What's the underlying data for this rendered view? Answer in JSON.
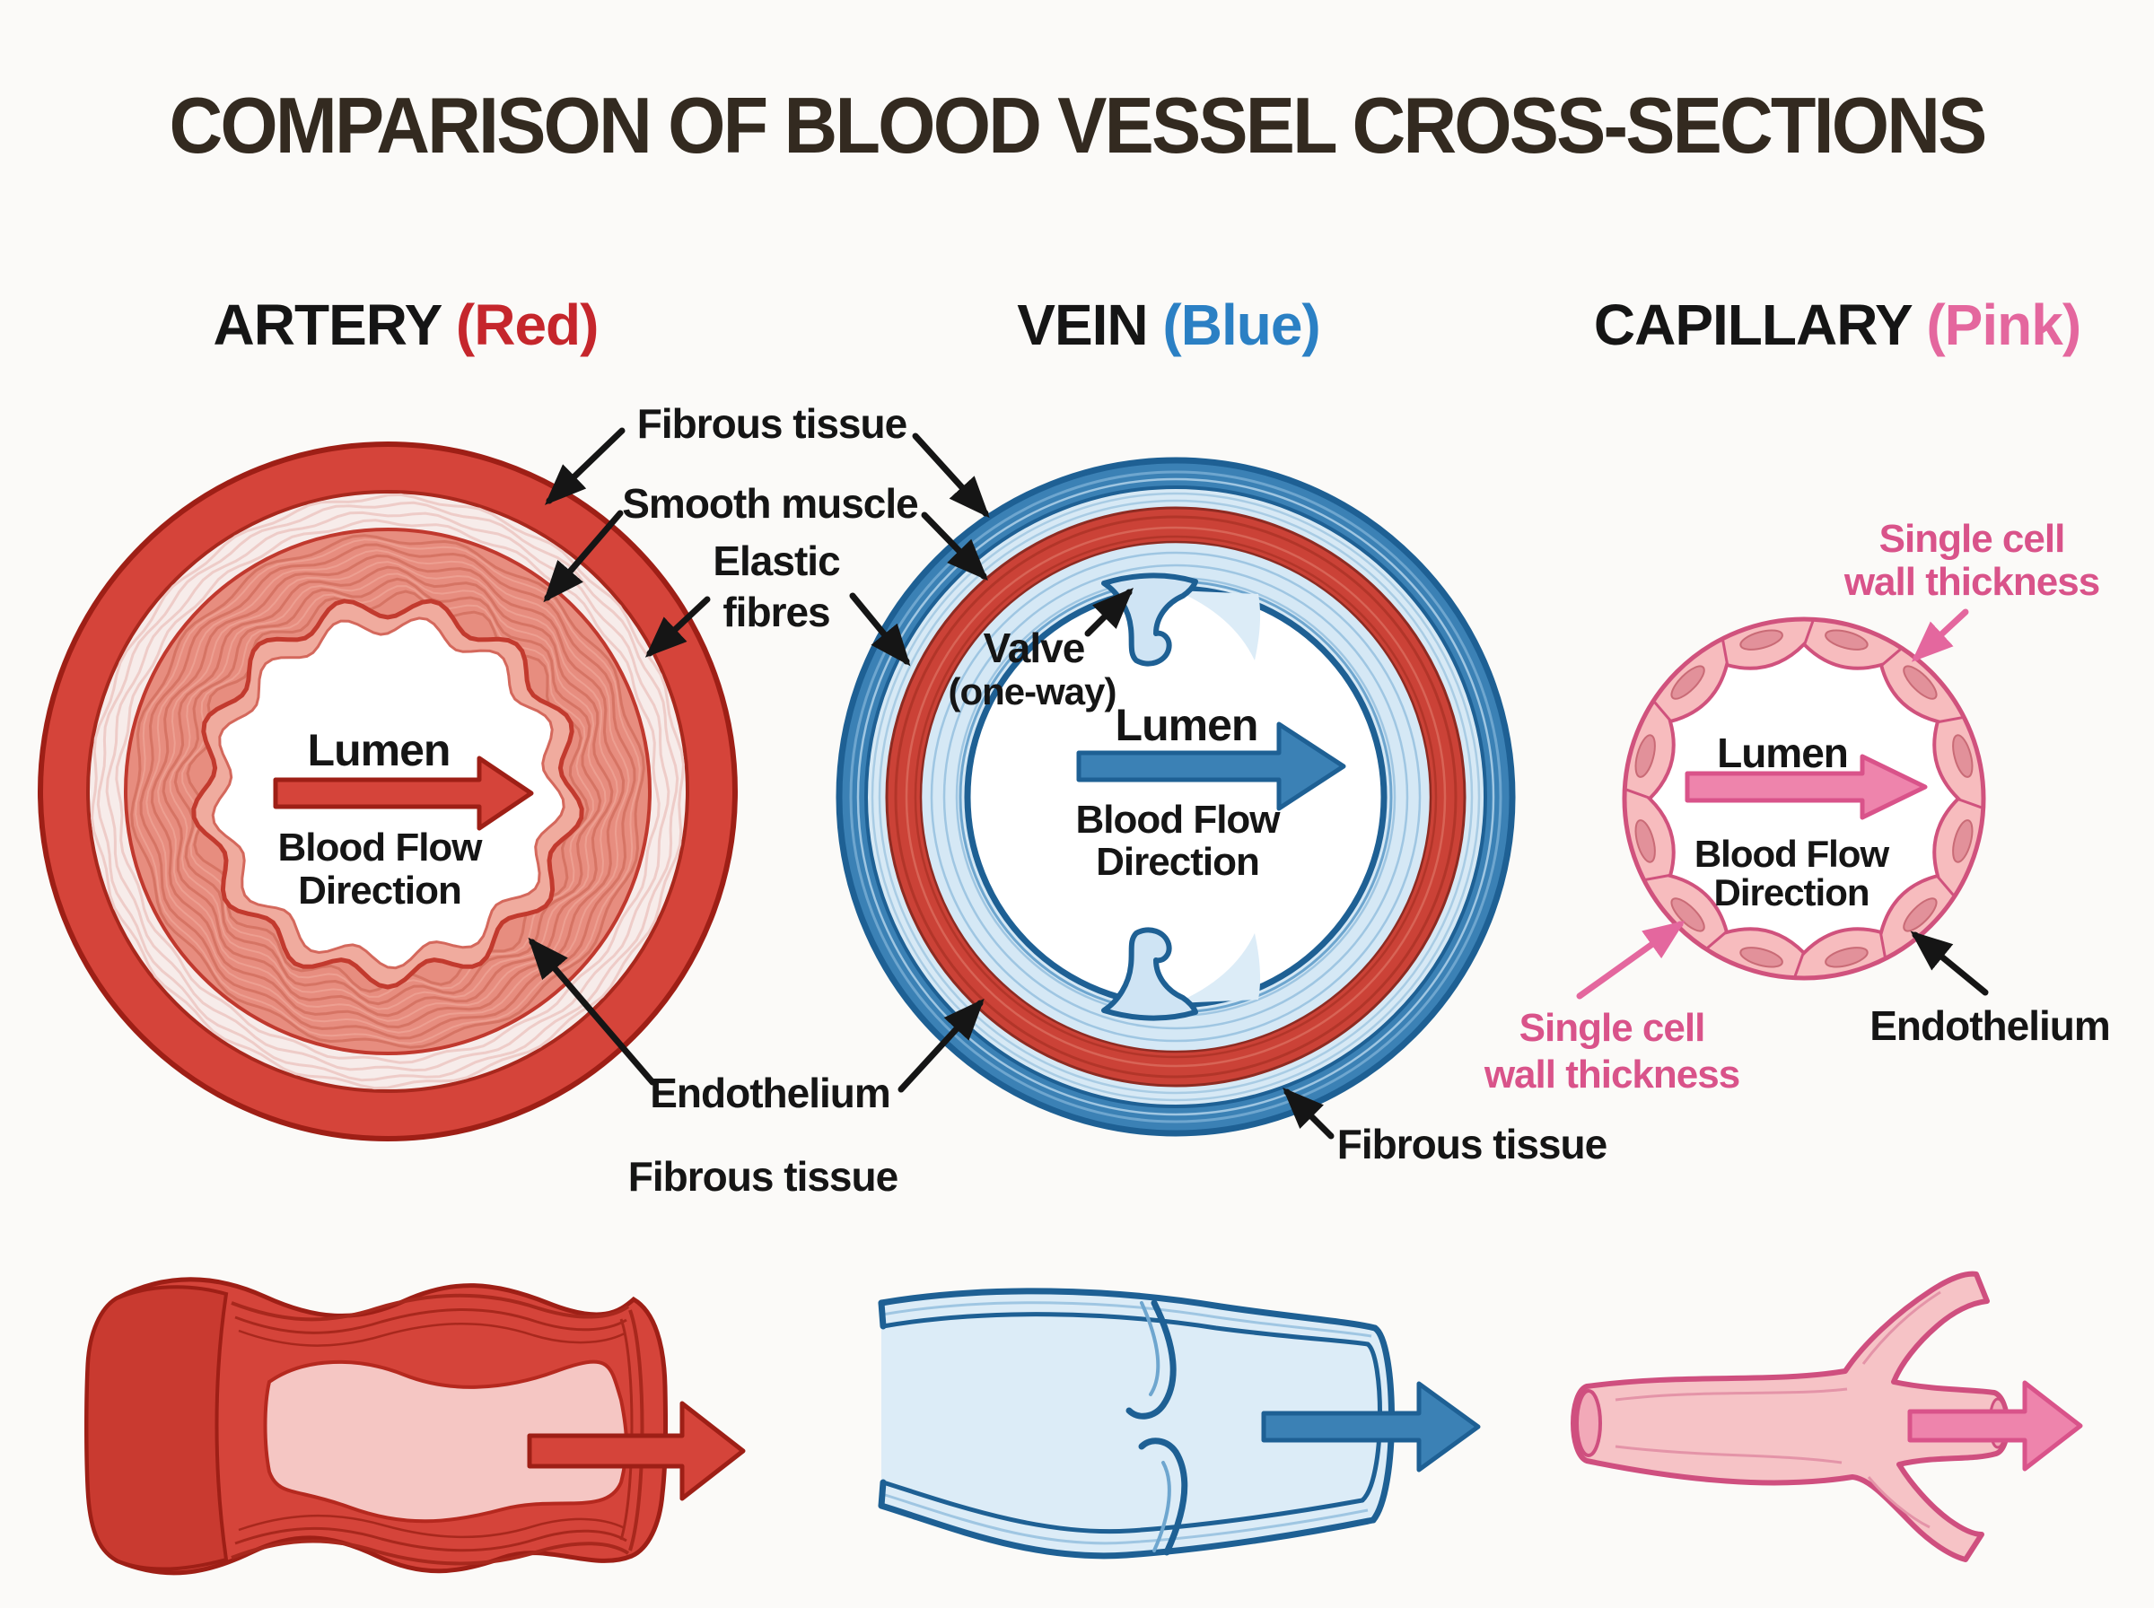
{
  "title": "COMPARISON OF BLOOD VESSEL CROSS-SECTIONS",
  "headers": {
    "artery": {
      "name": "ARTERY",
      "note": "(Red)"
    },
    "vein": {
      "name": "VEIN",
      "note": "(Blue)"
    },
    "capillary": {
      "name": "CAPILLARY",
      "note": "(Pink)"
    }
  },
  "wall_labels": {
    "fibrous_tissue_top": "Fibrous tissue",
    "smooth_muscle": "Smooth muscle",
    "elastic_line1": "Elastic",
    "elastic_line2": "fibres",
    "valve_line1": "Valve",
    "valve_line2": "(one-way)",
    "endothelium": "Endothelium",
    "fibrous_tissue_bottom": "Fibrous tissue",
    "vein_fibrous_tissue": "Fibrous tissue"
  },
  "artery": {
    "lumen": "Lumen",
    "flow_line1": "Blood Flow",
    "flow_line2": "Direction"
  },
  "vein": {
    "lumen": "Lumen",
    "flow_line1": "Blood Flow",
    "flow_line2": "Direction"
  },
  "capillary": {
    "lumen": "Lumen",
    "flow_line1": "Blood Flow",
    "flow_line2": "Direction",
    "single_cell_top_line1": "Single cell",
    "single_cell_top_line2": "wall thickness",
    "single_cell_bottom_line1": "Single cell",
    "single_cell_bottom_line2": "wall thickness",
    "endothelium": "Endothelium"
  },
  "colors": {
    "background": "#fbfaf8",
    "title_text": "#332a20",
    "label_text": "#151515",
    "artery_red": "#d5443a",
    "artery_dark_red": "#9e1f16",
    "artery_salmon": "#e78d7f",
    "artery_elastic": "#f7ecea",
    "vein_blue": "#3b81b5",
    "vein_dark_blue": "#1e6094",
    "vein_light_blue": "#cfe4f4",
    "vein_red_band": "#cb4237",
    "pink_label": "#d9538a",
    "capillary_wall": "#f7bcbe",
    "capillary_outline": "#d0527d",
    "header_red": "#c5262c",
    "header_blue": "#2b80c4",
    "header_pink": "#e4679e"
  }
}
